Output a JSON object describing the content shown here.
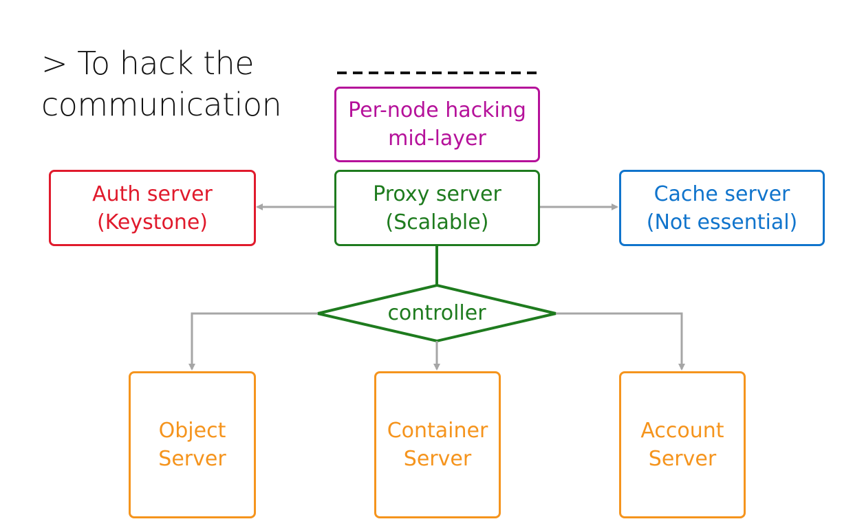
{
  "heading": {
    "line1": "> To hack the",
    "line2": "communication"
  },
  "mid_layer": {
    "line1": "Per-node hacking",
    "line2": "mid-layer"
  },
  "auth": {
    "line1": "Auth server",
    "line2": "(Keystone)"
  },
  "proxy": {
    "line1": "Proxy server",
    "line2": "(Scalable)"
  },
  "cache": {
    "line1": "Cache server",
    "line2": "(Not essential)"
  },
  "controller": {
    "label": "controller"
  },
  "object": {
    "line1": "Object",
    "line2": "Server"
  },
  "container": {
    "line1": "Container",
    "line2": "Server"
  },
  "account": {
    "line1": "Account",
    "line2": "Server"
  },
  "colors": {
    "mid_layer": "#b5119a",
    "auth": "#e01a2c",
    "proxy": "#1e7b1e",
    "cache": "#1074cc",
    "storage": "#f5941d",
    "connector": "#a6a6a6"
  }
}
